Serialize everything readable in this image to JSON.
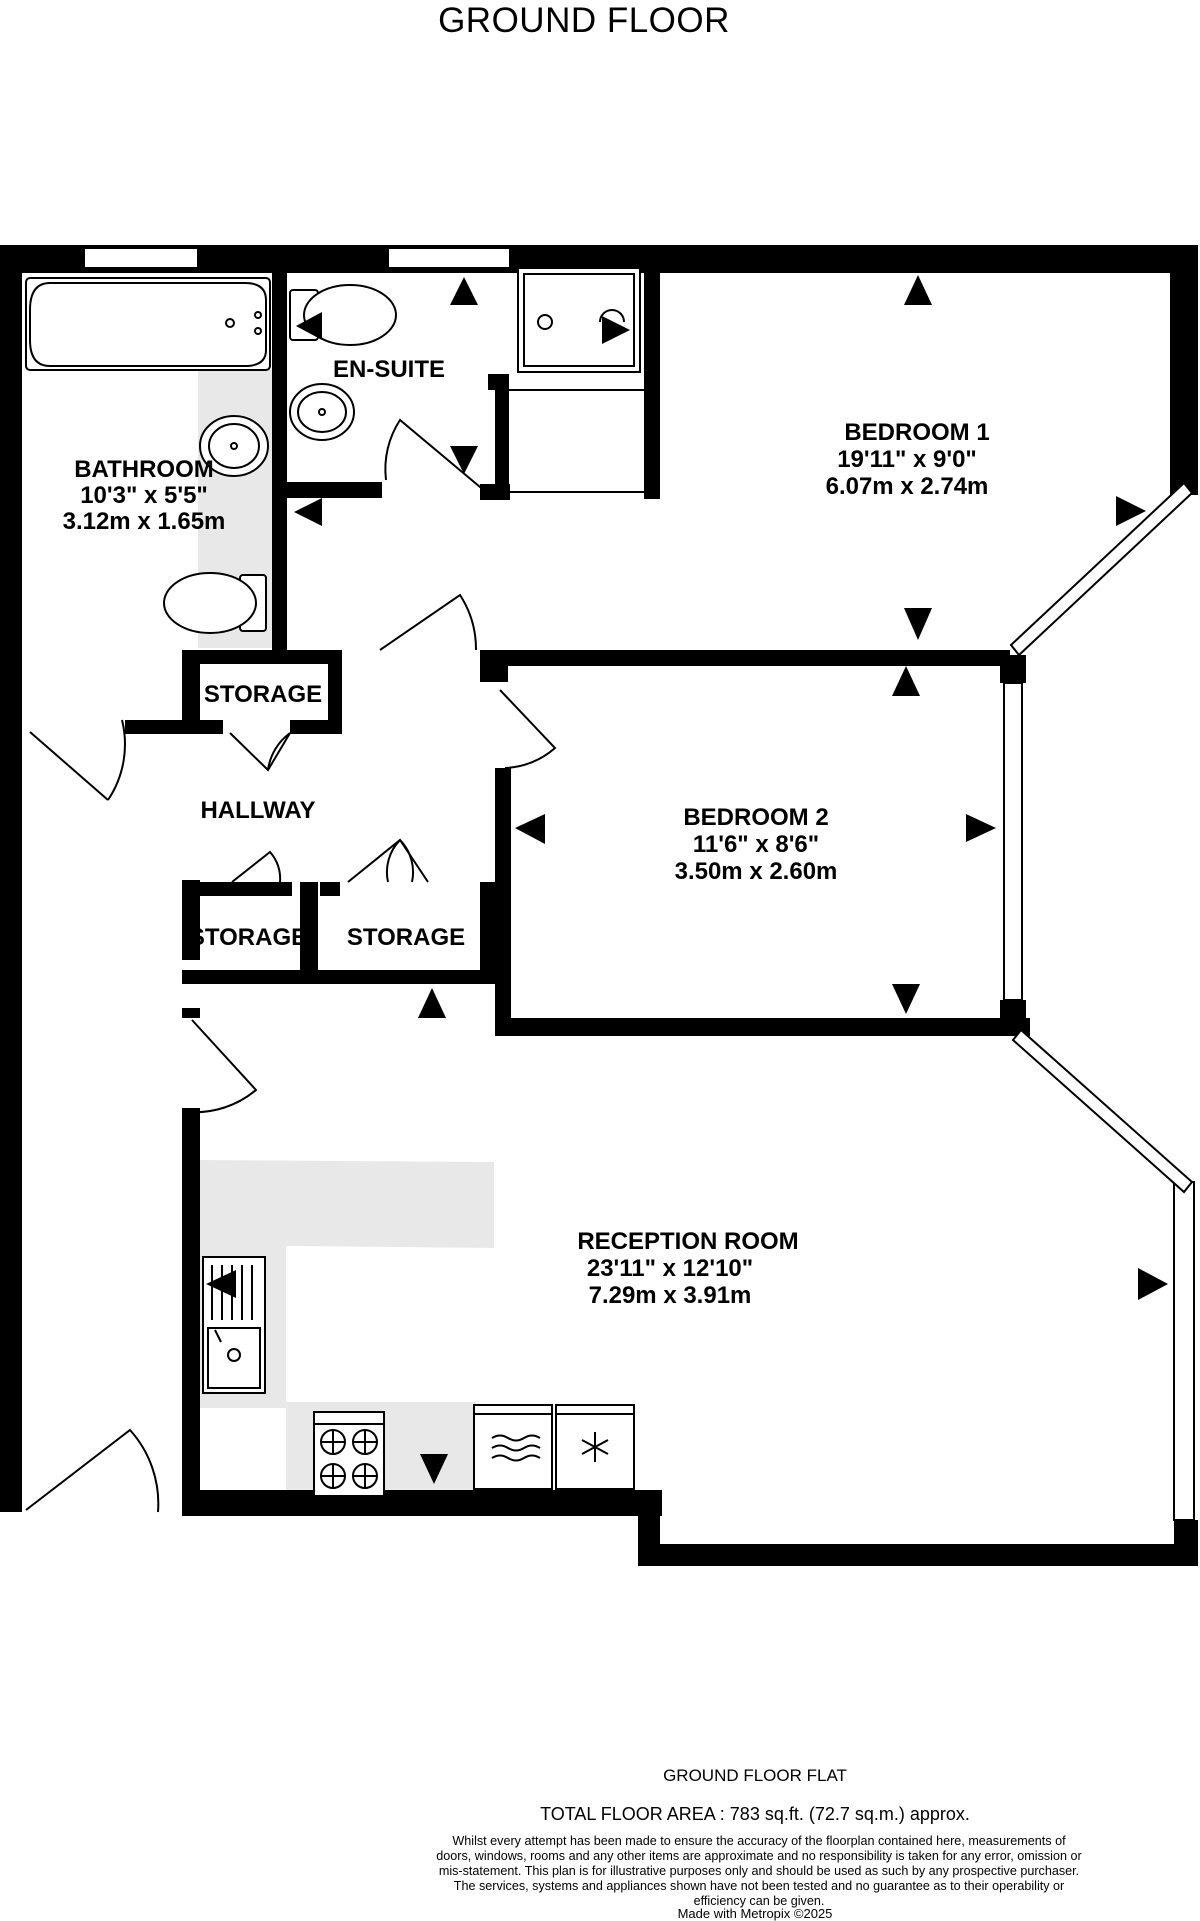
{
  "title": "GROUND FLOOR",
  "rooms": {
    "bathroom": {
      "name": "BATHROOM",
      "imperial": "10'3\"  x 5'5\"",
      "metric": "3.12m  x 1.65m"
    },
    "ensuite": {
      "name": "EN-SUITE"
    },
    "bedroom1": {
      "name": "BEDROOM 1",
      "imperial": "19'11\"  x 9'0\"",
      "metric": "6.07m  x 2.74m"
    },
    "bedroom2": {
      "name": "BEDROOM 2",
      "imperial": "11'6\"  x 8'6\"",
      "metric": "3.50m  x 2.60m"
    },
    "reception": {
      "name": "RECEPTION ROOM",
      "imperial": "23'11\"  x 12'10\"",
      "metric": "7.29m  x 3.91m"
    },
    "hallway": {
      "name": "HALLWAY"
    },
    "storage_top": {
      "name": "STORAGE"
    },
    "storage_left": {
      "name": "STORAGE"
    },
    "storage_right": {
      "name": "STORAGE"
    }
  },
  "fixtures": [
    "bath-icon",
    "toilet-icon",
    "basin-icon",
    "shower-icon",
    "sink-icon",
    "hob-icon",
    "washing-machine-icon",
    "fridge-freezer-icon"
  ],
  "footer": {
    "floor": "GROUND FLOOR FLAT",
    "area": "TOTAL FLOOR AREA : 783 sq.ft. (72.7 sq.m.) approx.",
    "disclaimer": "Whilst every attempt has been made to ensure the accuracy of the floorplan contained here, measurements of doors, windows, rooms and any other items are approximate and no responsibility is taken for any error, omission or mis-statement. This plan is for illustrative purposes only and should be used as such by any prospective purchaser. The services, systems and appliances shown have not been tested and no guarantee as to their operability or efficiency can be given.",
    "credit": "Made with Metropix ©2025"
  },
  "colors": {
    "wall": "#000000",
    "fixture_fill": "#e8e8e8",
    "window": "#ffffff"
  }
}
